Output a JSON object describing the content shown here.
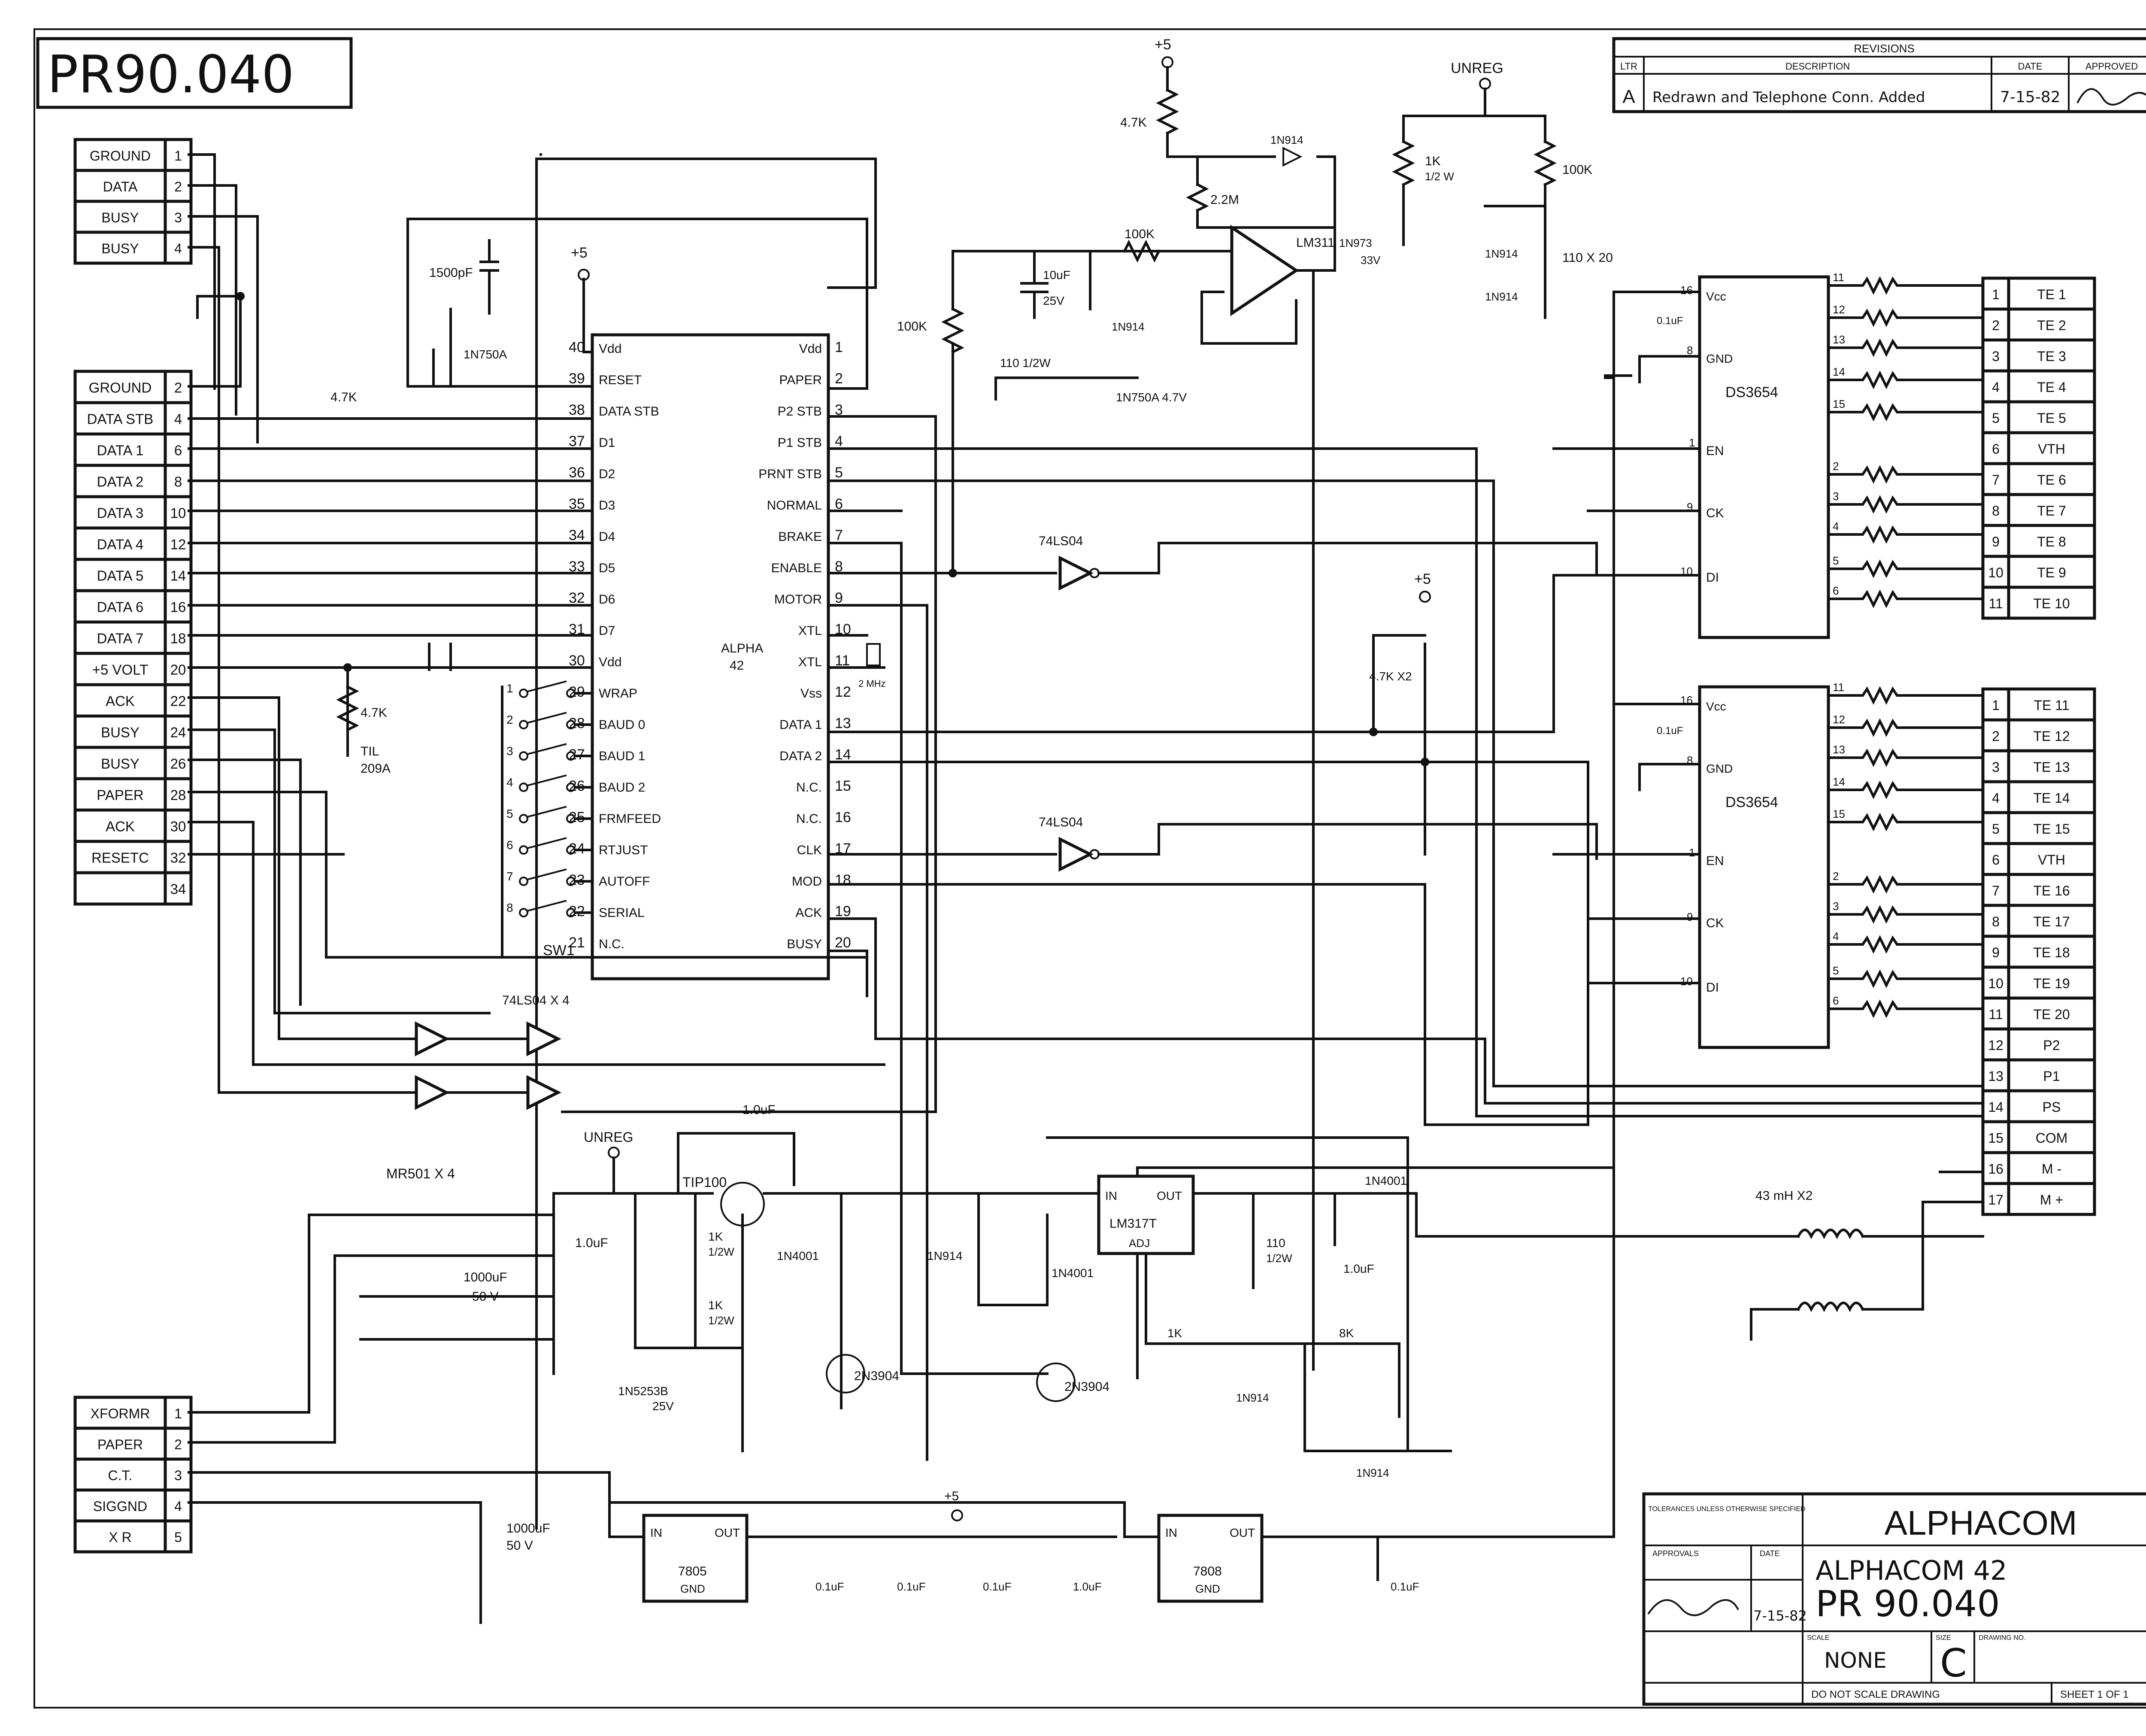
{
  "drawing_id": "PR90.040",
  "revisions": {
    "title": "REVISIONS",
    "headers": [
      "LTR",
      "DESCRIPTION",
      "DATE",
      "APPROVED"
    ],
    "rows": [
      {
        "ltr": "A",
        "description": "Redrawn and Telephone Conn. Added",
        "date": "7-15-82"
      }
    ]
  },
  "left_connector": [
    {
      "label": "GROUND",
      "pin": "1"
    },
    {
      "label": "DATA",
      "pin": "2"
    },
    {
      "label": "BUSY",
      "pin": "3"
    },
    {
      "label": "BUSY",
      "pin": "4"
    }
  ],
  "parallel_connector": [
    {
      "label": "GROUND",
      "pin": "2"
    },
    {
      "label": "DATA STB",
      "pin": "4"
    },
    {
      "label": "DATA 1",
      "pin": "6"
    },
    {
      "label": "DATA 2",
      "pin": "8"
    },
    {
      "label": "DATA 3",
      "pin": "10"
    },
    {
      "label": "DATA 4",
      "pin": "12"
    },
    {
      "label": "DATA 5",
      "pin": "14"
    },
    {
      "label": "DATA 6",
      "pin": "16"
    },
    {
      "label": "DATA 7",
      "pin": "18"
    },
    {
      "label": "+5 VOLT",
      "pin": "20"
    },
    {
      "label": "ACK",
      "pin": "22"
    },
    {
      "label": "BUSY",
      "pin": "24"
    },
    {
      "label": "BUSY",
      "pin": "26"
    },
    {
      "label": "PAPER",
      "pin": "28"
    },
    {
      "label": "ACK",
      "pin": "30"
    },
    {
      "label": "RESETC",
      "pin": "32"
    },
    {
      "label": "",
      "pin": "34"
    }
  ],
  "power_connector": [
    {
      "label": "XFORMR",
      "pin": "1"
    },
    {
      "label": "PAPER",
      "pin": "2"
    },
    {
      "label": "C.T.",
      "pin": "3"
    },
    {
      "label": "SIGGND",
      "pin": "4"
    },
    {
      "label": "X      R",
      "pin": "5"
    }
  ],
  "alpha_chip": {
    "name": "ALPHA",
    "part": "42",
    "left_pins": [
      {
        "num": "40",
        "name": "Vdd"
      },
      {
        "num": "39",
        "name": "RESET"
      },
      {
        "num": "38",
        "name": "DATA STB"
      },
      {
        "num": "37",
        "name": "D1"
      },
      {
        "num": "36",
        "name": "D2"
      },
      {
        "num": "35",
        "name": "D3"
      },
      {
        "num": "34",
        "name": "D4"
      },
      {
        "num": "33",
        "name": "D5"
      },
      {
        "num": "32",
        "name": "D6"
      },
      {
        "num": "31",
        "name": "D7"
      },
      {
        "num": "30",
        "name": "Vdd"
      },
      {
        "num": "29",
        "name": "WRAP"
      },
      {
        "num": "28",
        "name": "BAUD 0"
      },
      {
        "num": "27",
        "name": "BAUD 1"
      },
      {
        "num": "26",
        "name": "BAUD 2"
      },
      {
        "num": "25",
        "name": "FRMFEED"
      },
      {
        "num": "24",
        "name": "RTJUST"
      },
      {
        "num": "23",
        "name": "AUTOFF"
      },
      {
        "num": "22",
        "name": "SERIAL"
      },
      {
        "num": "21",
        "name": "N.C."
      }
    ],
    "right_pins": [
      {
        "num": "1",
        "name": "Vdd"
      },
      {
        "num": "2",
        "name": "PAPER"
      },
      {
        "num": "3",
        "name": "P2 STB"
      },
      {
        "num": "4",
        "name": "P1 STB"
      },
      {
        "num": "5",
        "name": "PRNT STB"
      },
      {
        "num": "6",
        "name": "NORMAL"
      },
      {
        "num": "7",
        "name": "BRAKE"
      },
      {
        "num": "8",
        "name": "ENABLE"
      },
      {
        "num": "9",
        "name": "MOTOR"
      },
      {
        "num": "10",
        "name": "XTL"
      },
      {
        "num": "11",
        "name": "XTL"
      },
      {
        "num": "12",
        "name": "Vss"
      },
      {
        "num": "13",
        "name": "DATA 1"
      },
      {
        "num": "14",
        "name": "DATA 2"
      },
      {
        "num": "15",
        "name": "N.C."
      },
      {
        "num": "16",
        "name": "N.C."
      },
      {
        "num": "17",
        "name": "CLK"
      },
      {
        "num": "18",
        "name": "MOD"
      },
      {
        "num": "19",
        "name": "ACK"
      },
      {
        "num": "20",
        "name": "BUSY"
      }
    ]
  },
  "switch_label": "SW1",
  "switch_pins": [
    "1",
    "2",
    "3",
    "4",
    "5",
    "6",
    "7",
    "8"
  ],
  "driver_chips": [
    {
      "name": "DS3654",
      "vcc": "Vcc",
      "gnd": "GND",
      "en": "EN",
      "ck": "CK",
      "di": "DI",
      "pins": {
        "vcc": "16",
        "gnd": "8",
        "en": "1",
        "ck": "9",
        "di": "10"
      }
    },
    {
      "name": "DS3654",
      "vcc": "Vcc",
      "gnd": "GND",
      "en": "EN",
      "ck": "CK",
      "di": "DI",
      "pins": {
        "vcc": "16",
        "gnd": "8",
        "en": "1",
        "ck": "9",
        "di": "10"
      }
    }
  ],
  "driver_out_pins_a": [
    "11",
    "12",
    "13",
    "14",
    "15",
    "2",
    "3",
    "4",
    "5",
    "6"
  ],
  "driver_out_pins_b": [
    "11",
    "12",
    "13",
    "14",
    "15",
    "2",
    "3",
    "4",
    "5",
    "6"
  ],
  "right_connector": [
    {
      "pin": "1",
      "label": "TE 1"
    },
    {
      "pin": "2",
      "label": "TE 2"
    },
    {
      "pin": "3",
      "label": "TE 3"
    },
    {
      "pin": "4",
      "label": "TE 4"
    },
    {
      "pin": "5",
      "label": "TE 5"
    },
    {
      "pin": "6",
      "label": "VTH"
    },
    {
      "pin": "7",
      "label": "TE 6"
    },
    {
      "pin": "8",
      "label": "TE 7"
    },
    {
      "pin": "9",
      "label": "TE 8"
    },
    {
      "pin": "10",
      "label": "TE 9"
    },
    {
      "pin": "11",
      "label": "TE 10"
    }
  ],
  "right_connector2": [
    {
      "pin": "1",
      "label": "TE 11"
    },
    {
      "pin": "2",
      "label": "TE 12"
    },
    {
      "pin": "3",
      "label": "TE 13"
    },
    {
      "pin": "4",
      "label": "TE 14"
    },
    {
      "pin": "5",
      "label": "TE 15"
    },
    {
      "pin": "6",
      "label": "VTH"
    },
    {
      "pin": "7",
      "label": "TE 16"
    },
    {
      "pin": "8",
      "label": "TE 17"
    },
    {
      "pin": "9",
      "label": "TE 18"
    },
    {
      "pin": "10",
      "label": "TE 19"
    },
    {
      "pin": "11",
      "label": "TE 20"
    },
    {
      "pin": "12",
      "label": "P2"
    },
    {
      "pin": "13",
      "label": "P1"
    },
    {
      "pin": "14",
      "label": "PS"
    },
    {
      "pin": "15",
      "label": "COM"
    },
    {
      "pin": "16",
      "label": "M -"
    },
    {
      "pin": "17",
      "label": "M +"
    }
  ],
  "labels": {
    "plus5": "+5",
    "unreg": "UNREG",
    "r_47k": "4.7K",
    "r_47k_b": "4.7K",
    "r_22m": "2.2M",
    "r_1k_half": "1K",
    "half_w": "1/2 W",
    "r_100k": "100K",
    "r_100k_b": "100K",
    "r_100k_c": "100K",
    "d_1n914": "1N914",
    "d_1n914_b": "1N914",
    "d_1n914_c": "1N914",
    "d_1n914_d": "1N914",
    "lm311": "LM311",
    "zener_1n973": "1N973",
    "v33": "33V",
    "c_1500pf": "1500pF",
    "zener_1n750a": "1N750A",
    "c_10uf": "10uF",
    "v25": "25V",
    "r_110_half": "110 1/2W",
    "zener_1n750a_47": "1N750A  4.7V",
    "r_110x20": "110  X 20",
    "c_01uf": "0.1uF",
    "c_01uf_b": "0.1uF",
    "gate_74ls04_a": "74LS04",
    "gate_74ls04_b": "74LS04",
    "gate_74ls04_x4": "74LS04  X 4",
    "r_47kx2": "4.7K X2",
    "xtal": "2 MHz",
    "til": "TIL",
    "til_num": "209A",
    "r_47k_til": "4.7K",
    "mr501": "MR501  X 4",
    "tip100": "TIP100",
    "c_10uf_top": "1.0uF",
    "c_1000uf": "1000uF",
    "v50": "50 V",
    "c_10uf_mid": "1.0uF",
    "r_1k_a": "1K",
    "r_half_a": "1/2W",
    "r_1k_b": "1K",
    "r_half_b": "1/2W",
    "d_1n4001_a": "1N4001",
    "d_1n4001_b": "1N4001",
    "d_1n4001_c": "1N4001",
    "d_1n914_e": "1N914",
    "d_1n914_f": "1N914",
    "d_1n914_g": "1N914",
    "zener_1n5253": "1N5253B",
    "v25b": "25V",
    "q_2n3904_a": "2N3904",
    "q_2n3904_b": "2N3904",
    "lm317": "LM317T",
    "lm317_in": "IN",
    "lm317_out": "OUT",
    "lm317_adj": "ADJ",
    "r_110_half_b": "110",
    "half_w_b": "1/2W",
    "c_10uf_b": "1.0uF",
    "r_1k_c": "1K",
    "r_8k": "8K",
    "inductor": "43 mH X2",
    "c_1000uf_b": "1000uF",
    "v50b": "50 V",
    "reg1_name": "7805",
    "reg1_gnd": "GND",
    "reg2_name": "7808",
    "reg2_gnd": "GND",
    "reg_in": "IN",
    "reg_out": "OUT",
    "reg_in_b": "IN",
    "reg_out_b": "OUT",
    "c_01uf_1": "0.1uF",
    "c_01uf_2": "0.1uF",
    "c_01uf_3": "0.1uF",
    "c_10uf_4": "1.0uF",
    "c_01uf_5": "0.1uF",
    "plus5_b": "+5",
    "plus5_c": "+5",
    "plus5_d": "+5"
  },
  "title_block": {
    "company": "ALPHACOM",
    "title": "ALPHACOM 42",
    "drawing_number": "PR 90.040",
    "tolerance_head": "TOLERANCES UNLESS OTHERWISE SPECIFIED",
    "approvals": "APPROVALS",
    "date_head": "DATE",
    "date_value": "7-15-82",
    "scale_head": "SCALE",
    "scale_value": "NONE",
    "size_head": "SIZE",
    "size_value": "C",
    "dwg_no_head": "DRAWING NO.",
    "footer": "DO NOT SCALE DRAWING",
    "sheet": "SHEET 1 OF 1"
  }
}
